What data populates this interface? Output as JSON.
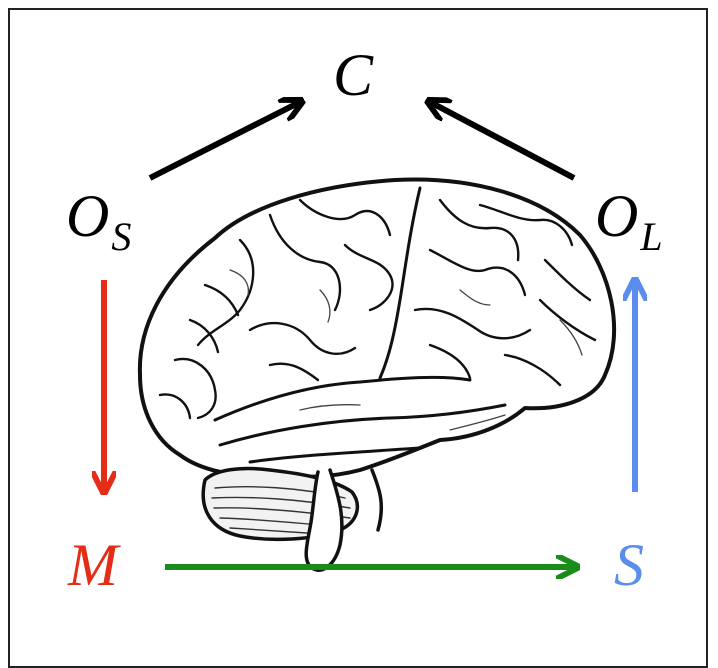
{
  "nodes": {
    "c": {
      "label": "C"
    },
    "os": {
      "label": "O",
      "subscript": "S"
    },
    "ol": {
      "label": "O",
      "subscript": "L"
    },
    "m": {
      "label": "M"
    },
    "s": {
      "label": "S"
    }
  },
  "colors": {
    "black": "#000000",
    "red": "#e62c16",
    "blue": "#5b8def",
    "green": "#1a8c1a",
    "line": "#111111",
    "cerebellum_shade": "#d9d9d9"
  },
  "image": {
    "icon": "brain-illustration"
  }
}
